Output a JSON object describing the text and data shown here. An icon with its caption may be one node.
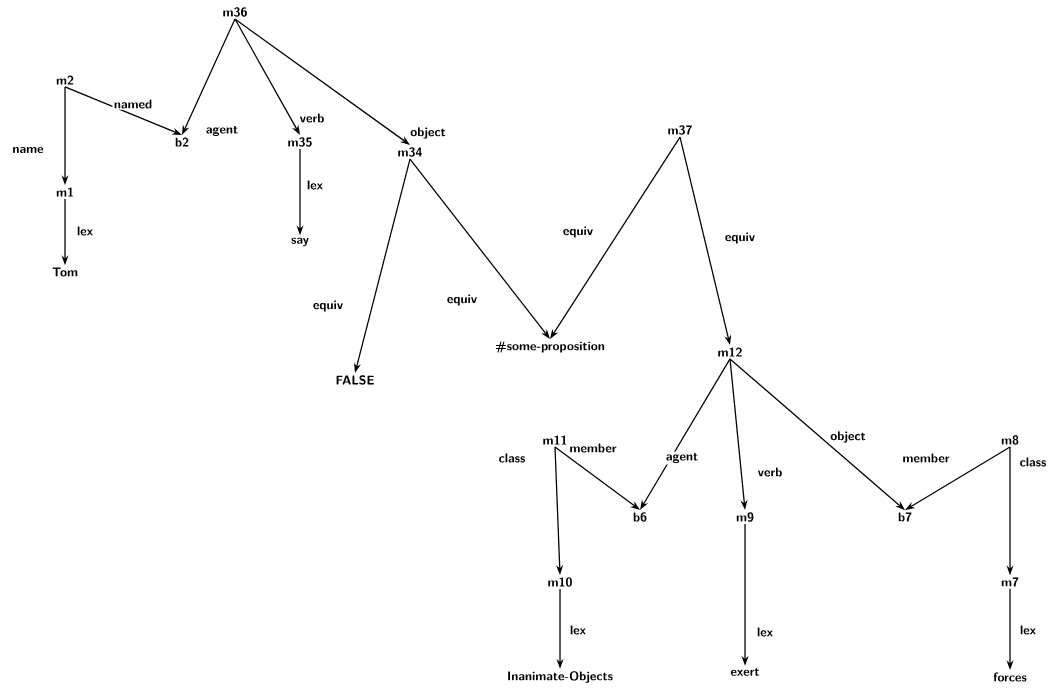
{
  "diagram": {
    "nodes": [
      {
        "text": [
          "m36"
        ]
      },
      {
        "text": [
          "m2"
        ]
      },
      {
        "text": [
          "b2"
        ]
      },
      {
        "text": [
          "m35"
        ]
      },
      {
        "text": [
          "m34"
        ]
      },
      {
        "text": [
          "m37"
        ]
      },
      {
        "text": [
          "m1"
        ]
      },
      {
        "text": [
          "Tom"
        ]
      },
      {
        "text": [
          "say"
        ]
      },
      {
        "text": [
          "FALSE"
        ]
      },
      {
        "text": [
          "#some-proposition"
        ]
      },
      {
        "text": [
          "m12"
        ]
      },
      {
        "text": [
          "m11"
        ]
      },
      {
        "text": [
          "m8"
        ]
      },
      {
        "text": [
          "b6"
        ]
      },
      {
        "text": [
          "m9"
        ]
      },
      {
        "text": [
          "b7"
        ]
      },
      {
        "text": [
          "m10"
        ]
      },
      {
        "text": [
          "m7"
        ]
      },
      {
        "text": [
          "Inanimate-Objects"
        ]
      },
      {
        "text": [
          "exert"
        ]
      },
      {
        "text": [
          "forces"
        ]
      }
    ],
    "edges": [
      {
        "from": 0,
        "to": 2,
        "arrow": "to",
        "label": "agent"
      },
      {
        "from": 0,
        "to": 3,
        "arrow": "to",
        "label": "verb"
      },
      {
        "from": 0,
        "to": 4,
        "arrow": "to",
        "label": "object"
      },
      {
        "from": 1,
        "to": 6,
        "arrow": "to",
        "label": "name"
      },
      {
        "from": 1,
        "to": 2,
        "arrow": "to",
        "label": "named"
      },
      {
        "from": 6,
        "to": 7,
        "arrow": "to",
        "label": "lex"
      },
      {
        "from": 3,
        "to": 8,
        "arrow": "to",
        "label": "lex"
      },
      {
        "from": 4,
        "to": 9,
        "arrow": "to",
        "label": "equiv"
      },
      {
        "from": 4,
        "to": 10,
        "arrow": "to",
        "label": "equiv"
      },
      {
        "from": 5,
        "to": 10,
        "arrow": "to",
        "label": "equiv"
      },
      {
        "from": 5,
        "to": 11,
        "arrow": "to",
        "label": "equiv"
      },
      {
        "from": 11,
        "to": 14,
        "arrow": "to",
        "label": "agent"
      },
      {
        "from": 11,
        "to": 15,
        "arrow": "to",
        "label": "verb"
      },
      {
        "from": 11,
        "to": 16,
        "arrow": "to",
        "label": "object"
      },
      {
        "from": 12,
        "to": 17,
        "arrow": "to",
        "label": "class"
      },
      {
        "from": 12,
        "to": 14,
        "arrow": "to",
        "label": "member"
      },
      {
        "from": 13,
        "to": 16,
        "arrow": "to",
        "label": "member"
      },
      {
        "from": 13,
        "to": 18,
        "arrow": "to",
        "label": "class"
      },
      {
        "from": 17,
        "to": 19,
        "arrow": "to",
        "label": "lex"
      },
      {
        "from": 15,
        "to": 20,
        "arrow": "to",
        "label": "lex"
      },
      {
        "from": 18,
        "to": 21,
        "arrow": "to",
        "label": "lex"
      }
    ]
  }
}
